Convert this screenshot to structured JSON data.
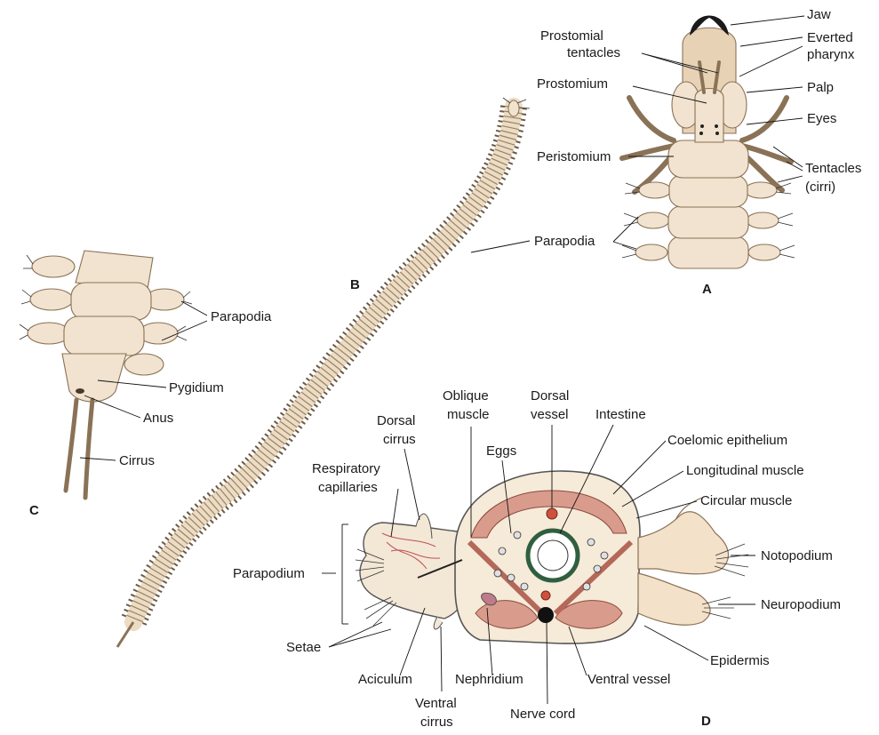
{
  "panels": {
    "a": "A",
    "b": "B",
    "c": "C",
    "d": "D"
  },
  "labels_a": {
    "jaw": "Jaw",
    "prostomial_tentacles_1": "Prostomial",
    "prostomial_tentacles_2": "tentacles",
    "everted_pharynx_1": "Everted",
    "everted_pharynx_2": "pharynx",
    "prostomium": "Prostomium",
    "palp": "Palp",
    "eyes": "Eyes",
    "peristomium": "Peristomium",
    "tentacles_1": "Tentacles",
    "tentacles_2": "(cirri)",
    "parapodia": "Parapodia"
  },
  "labels_c": {
    "parapodia": "Parapodia",
    "pygidium": "Pygidium",
    "anus": "Anus",
    "cirrus": "Cirrus"
  },
  "labels_d": {
    "oblique_muscle_1": "Oblique",
    "oblique_muscle_2": "muscle",
    "dorsal_vessel_1": "Dorsal",
    "dorsal_vessel_2": "vessel",
    "intestine": "Intestine",
    "dorsal_cirrus_1": "Dorsal",
    "dorsal_cirrus_2": "cirrus",
    "eggs": "Eggs",
    "coelomic_epithelium": "Coelomic epithelium",
    "respiratory_capillaries_1": "Respiratory",
    "respiratory_capillaries_2": "capillaries",
    "longitudinal_muscle": "Longitudinal muscle",
    "circular_muscle": "Circular muscle",
    "parapodium": "Parapodium",
    "notopodium": "Notopodium",
    "neuropodium": "Neuropodium",
    "setae": "Setae",
    "epidermis": "Epidermis",
    "aciculum": "Aciculum",
    "nephridium": "Nephridium",
    "ventral_vessel": "Ventral vessel",
    "ventral_cirrus_1": "Ventral",
    "ventral_cirrus_2": "cirrus",
    "nerve_cord": "Nerve cord"
  },
  "colors": {
    "body": "#f1e3cf",
    "muscle": "#d99c8c",
    "vessel": "#d0503c",
    "jaw": "#1a1a1a"
  }
}
